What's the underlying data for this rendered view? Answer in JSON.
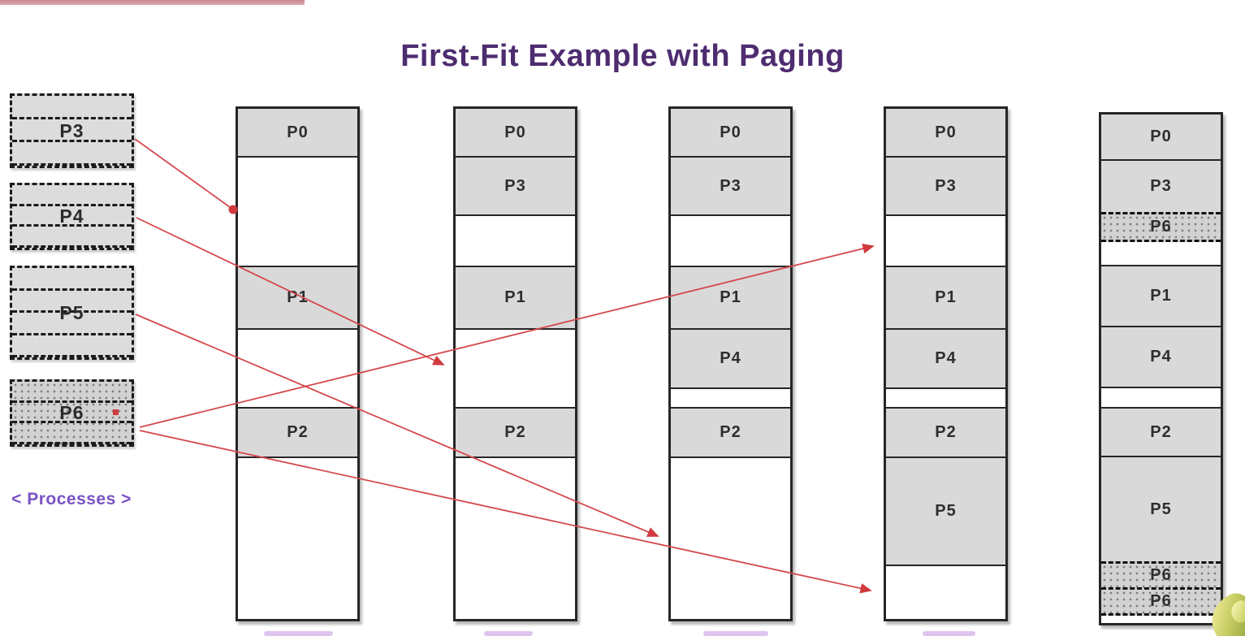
{
  "header": {
    "title": "First-Fit Example with Paging"
  },
  "processes": {
    "caption": "< Processes >",
    "queue": [
      {
        "id": "P3",
        "pages": 3,
        "fill": "plain"
      },
      {
        "id": "P4",
        "pages": 3,
        "fill": "plain"
      },
      {
        "id": "P5",
        "pages": 4,
        "fill": "plain"
      },
      {
        "id": "P6",
        "pages": 3,
        "fill": "dotted"
      }
    ]
  },
  "memory": {
    "columns": [
      {
        "name": "state-1",
        "segments": [
          {
            "label": "P0",
            "type": "allocated"
          },
          {
            "label": "",
            "type": "free"
          },
          {
            "label": "P1",
            "type": "allocated"
          },
          {
            "label": "",
            "type": "free"
          },
          {
            "label": "P2",
            "type": "allocated"
          },
          {
            "label": "",
            "type": "free"
          }
        ]
      },
      {
        "name": "state-2",
        "segments": [
          {
            "label": "P0",
            "type": "allocated"
          },
          {
            "label": "P3",
            "type": "allocated"
          },
          {
            "label": "",
            "type": "free"
          },
          {
            "label": "P1",
            "type": "allocated"
          },
          {
            "label": "",
            "type": "free"
          },
          {
            "label": "P2",
            "type": "allocated"
          },
          {
            "label": "",
            "type": "free"
          }
        ]
      },
      {
        "name": "state-3",
        "segments": [
          {
            "label": "P0",
            "type": "allocated"
          },
          {
            "label": "P3",
            "type": "allocated"
          },
          {
            "label": "",
            "type": "free"
          },
          {
            "label": "P1",
            "type": "allocated"
          },
          {
            "label": "P4",
            "type": "allocated"
          },
          {
            "label": "",
            "type": "free"
          },
          {
            "label": "P2",
            "type": "allocated"
          },
          {
            "label": "",
            "type": "free"
          }
        ]
      },
      {
        "name": "state-4",
        "segments": [
          {
            "label": "P0",
            "type": "allocated"
          },
          {
            "label": "P3",
            "type": "allocated"
          },
          {
            "label": "",
            "type": "free"
          },
          {
            "label": "P1",
            "type": "allocated"
          },
          {
            "label": "P4",
            "type": "allocated"
          },
          {
            "label": "",
            "type": "free"
          },
          {
            "label": "P2",
            "type": "allocated"
          },
          {
            "label": "P5",
            "type": "allocated"
          },
          {
            "label": "",
            "type": "free"
          }
        ]
      },
      {
        "name": "state-5",
        "segments": [
          {
            "label": "P0",
            "type": "allocated"
          },
          {
            "label": "P3",
            "type": "allocated"
          },
          {
            "label": "P6",
            "type": "allocated-paged"
          },
          {
            "label": "",
            "type": "free"
          },
          {
            "label": "P1",
            "type": "allocated"
          },
          {
            "label": "P4",
            "type": "allocated"
          },
          {
            "label": "",
            "type": "free"
          },
          {
            "label": "P2",
            "type": "allocated"
          },
          {
            "label": "P5",
            "type": "allocated"
          },
          {
            "label": "P6",
            "type": "allocated-paged"
          },
          {
            "label": "P6",
            "type": "allocated-paged"
          },
          {
            "label": "",
            "type": "free"
          }
        ]
      }
    ]
  },
  "arrows": {
    "color": "#cf3b3f",
    "links": [
      {
        "from": "P3",
        "to": "state-1 free hole below P0"
      },
      {
        "from": "P4",
        "to": "state-2 free hole below P1"
      },
      {
        "from": "P5",
        "to": "state-3 bottom free hole"
      },
      {
        "from": "P6",
        "to": "state-4 free hole below P3"
      },
      {
        "from": "P6",
        "to": "state-4 bottom free hole"
      }
    ]
  },
  "colors": {
    "title": "#4e2c70",
    "caption": "#7a52c4",
    "block_fill": "#d9d9d9",
    "block_border": "#262626",
    "arrow": "#cf3b3f",
    "top_bar": "#cd9199"
  }
}
